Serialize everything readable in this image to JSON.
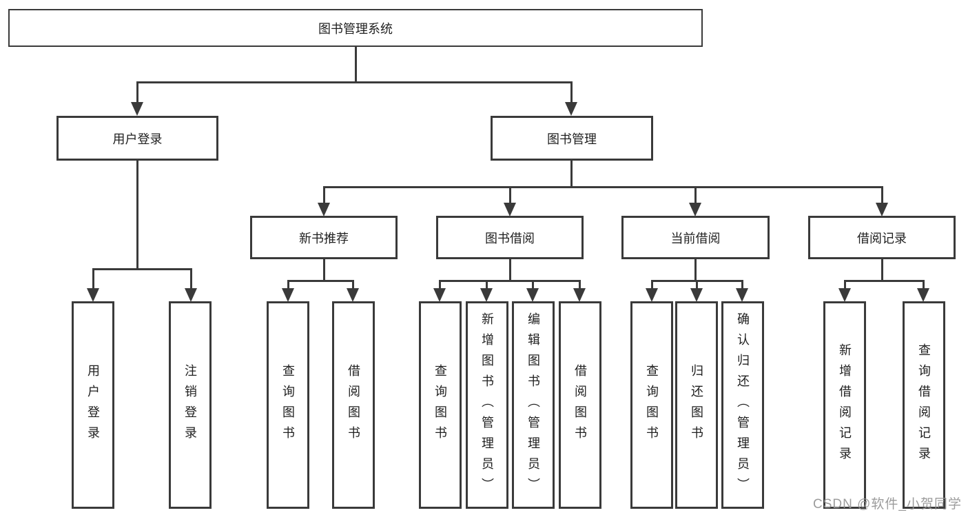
{
  "diagram": {
    "title": "图书管理系统",
    "nodes": {
      "root": "图书管理系统",
      "user_login": "用户登录",
      "book_mgmt": "图书管理",
      "new_book": "新书推荐",
      "book_borrow": "图书借阅",
      "current_borrow": "当前借阅",
      "borrow_record": "借阅记录"
    },
    "leaves": {
      "user_login": [
        "用户登录",
        "注销登录"
      ],
      "new_book": [
        "查询图书",
        "借阅图书"
      ],
      "book_borrow": [
        "查询图书",
        "新增图书（管理员）",
        "编辑图书（管理员）",
        "借阅图书"
      ],
      "current_borrow": [
        "查询图书",
        "归还图书",
        "确认归还（管理员）"
      ],
      "borrow_record": [
        "新增借阅记录",
        "查询借阅记录"
      ]
    },
    "colors": {
      "line": "#3a3a3a",
      "box_border": "#3a3a3a",
      "text": "#1f1f1f",
      "background": "#ffffff",
      "watermark": "#949494"
    }
  },
  "watermark": {
    "text": "CSDN @软件_小贺同学"
  }
}
